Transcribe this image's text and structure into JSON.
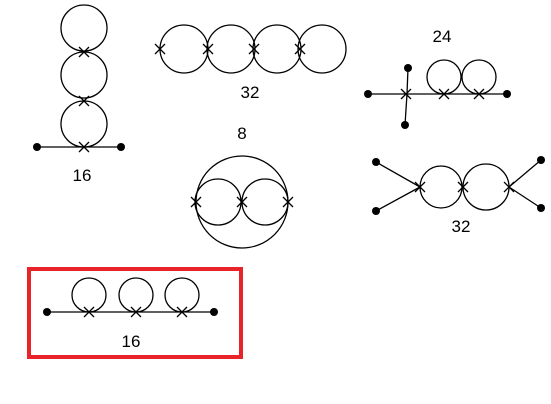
{
  "diagrams": [
    {
      "id": "d1",
      "label": "16"
    },
    {
      "id": "d2",
      "label": "32"
    },
    {
      "id": "d3",
      "label": "24"
    },
    {
      "id": "d4",
      "label": "8"
    },
    {
      "id": "d5",
      "label": "32"
    },
    {
      "id": "d6",
      "label": "16",
      "highlighted": true
    }
  ],
  "colors": {
    "ink": "#000000",
    "highlight": "#e8232a",
    "background": "#ffffff"
  }
}
